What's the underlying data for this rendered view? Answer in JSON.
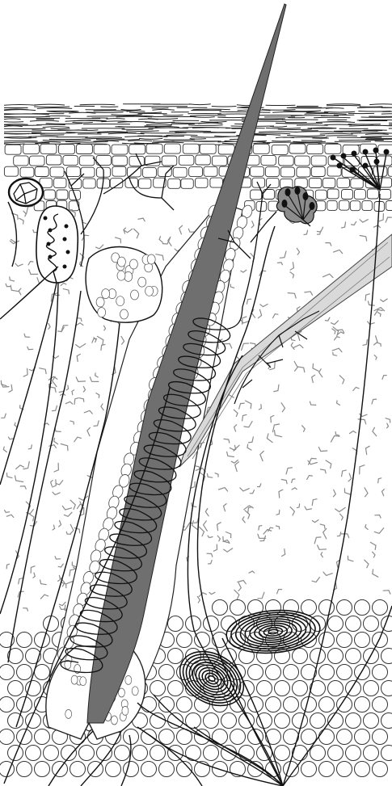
{
  "figure": {
    "background": "#ffffff",
    "stroke": "#111111",
    "hair_fill": "#6f6f6f",
    "dermis_speck": "#8a8a8a",
    "muscle_fill": "#d9d9d9",
    "layers": [
      "stratum-corneum",
      "epidermis",
      "dermis",
      "hypodermis"
    ],
    "structures": [
      "hair-shaft",
      "hair-follicle",
      "hair-bulb",
      "arrector-pili-muscle",
      "free-nerve-endings",
      "meissner-corpuscle",
      "merkel-disc",
      "ruffini-ending",
      "krause-end-bulb",
      "pacinian-corpuscle",
      "nerve-fibers"
    ]
  }
}
